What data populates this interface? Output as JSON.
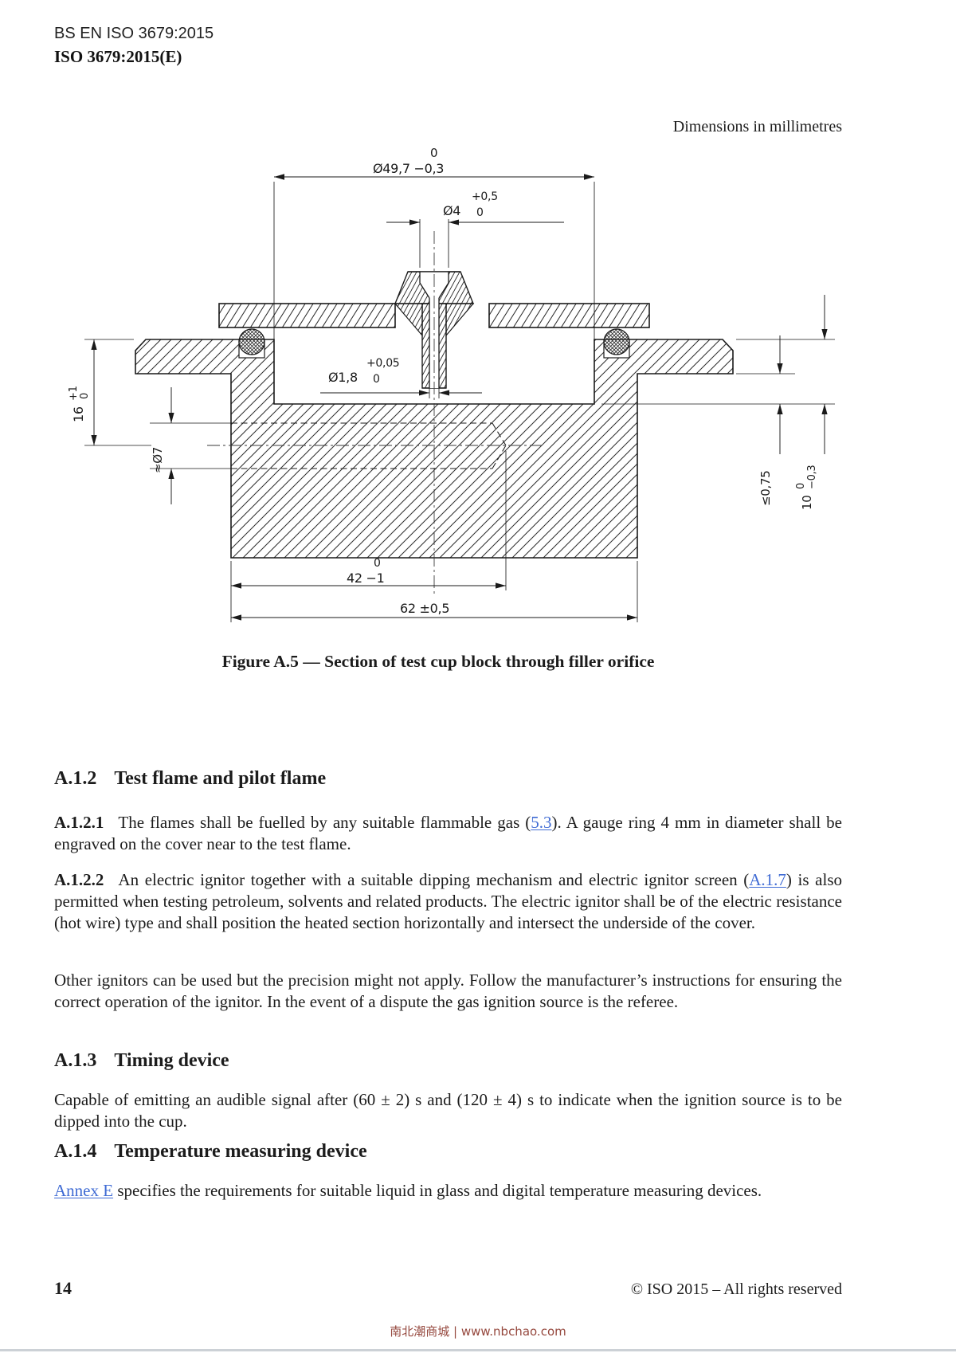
{
  "header": {
    "line1": "BS EN ISO 3679:2015",
    "line2": "ISO 3679:2015(E)"
  },
  "figure": {
    "units_note": "Dimensions in millimetres",
    "caption": "Figure A.5 — Section of test cup block through filler orifice",
    "dims": {
      "d497": {
        "main": "Ø49,7 −0,3",
        "tol_top": "0"
      },
      "d4": {
        "main": "Ø4",
        "tol_top": "+0,5",
        "tol_bottom": "0"
      },
      "d18": {
        "main": "Ø1,8",
        "tol_top": "+0,05",
        "tol_bottom": "0"
      },
      "d16": {
        "main": "16",
        "tol_top": "+1",
        "tol_bottom": "0"
      },
      "d7": {
        "main": "≈Ø7"
      },
      "d075": {
        "main": "≤0,75"
      },
      "d10": {
        "main": "10",
        "tol_top": "0",
        "tol_bottom": "−0,3"
      },
      "d42": {
        "main": "42 −1",
        "tol_top": "0"
      },
      "d62": {
        "main": "62 ±0,5"
      }
    }
  },
  "sections": {
    "a12": {
      "label": "A.1.2",
      "title": "Test flame and pilot flame"
    },
    "a121": {
      "label": "A.1.2.1",
      "pre": "The flames shall be fuelled by any suitable flammable gas (",
      "link": "5.3",
      "post": "). A gauge ring 4 mm in diameter shall be engraved on the cover near to the test flame."
    },
    "a122": {
      "label": "A.1.2.2",
      "pre": "An electric ignitor together with a suitable dipping mechanism and electric ignitor screen (",
      "link": "A.1.7",
      "post": ") is also permitted when testing petroleum, solvents and related products. The electric ignitor shall be of the electric resistance (hot wire) type and shall position the heated section horizontally and intersect the underside of the cover."
    },
    "other": {
      "text": "Other ignitors can be used but the precision might not apply. Follow the manufacturer’s instructions for ensuring the correct operation of the ignitor. In the event of a dispute the gas ignition source is the referee."
    },
    "a13": {
      "label": "A.1.3",
      "title": "Timing device"
    },
    "a13p": {
      "text": "Capable of emitting an audible signal after (60 ± 2) s and (120 ± 4) s to indicate when the ignition source is to be dipped into the cup."
    },
    "a14": {
      "label": "A.1.4",
      "title": "Temperature measuring device"
    },
    "a14p": {
      "link": "Annex E",
      "post": " specifies the requirements for suitable liquid in glass and digital temperature measuring devices."
    }
  },
  "footer": {
    "page_number": "14",
    "copyright": "© ISO 2015 – All rights reserved"
  },
  "watermark": "南北潮商城 | www.nbchao.com"
}
